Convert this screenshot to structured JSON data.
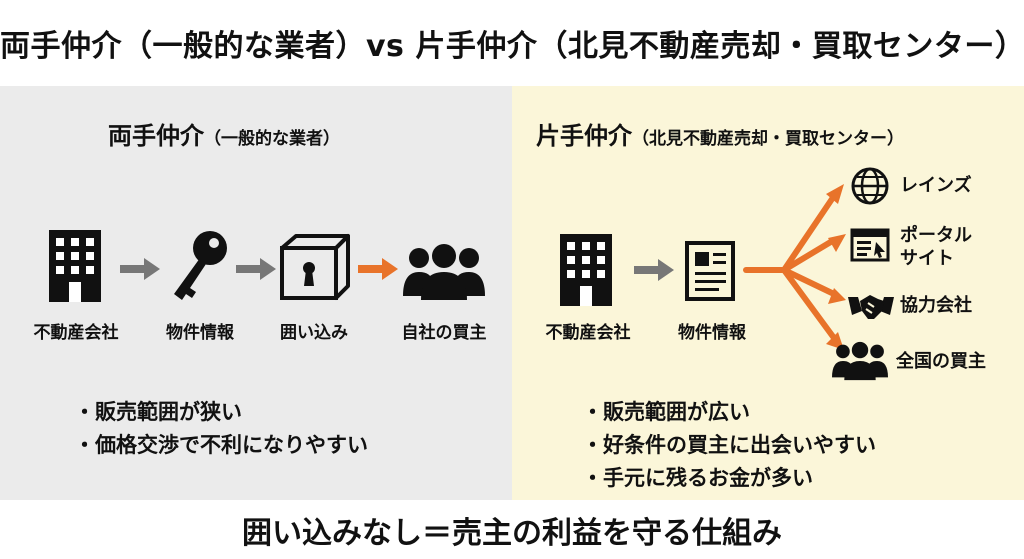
{
  "header": {
    "title": "両手仲介（一般的な業者）vs 片手仲介（北見不動産売却・買取センター）"
  },
  "left": {
    "title_main": "両手仲介",
    "title_sub": "（一般的な業者）",
    "nodes": [
      {
        "label": "不動産会社",
        "icon": "building-icon"
      },
      {
        "label": "物件情報",
        "icon": "key-icon"
      },
      {
        "label": "囲い込み",
        "icon": "locked-box-icon"
      },
      {
        "label": "自社の買主",
        "icon": "people-icon"
      }
    ],
    "arrow_colors": [
      "#777777",
      "#777777",
      "#e8732a"
    ],
    "bullets": [
      "・販売範囲が狭い",
      "・価格交渉で不利になりやすい"
    ]
  },
  "right": {
    "title_main": "片手仲介",
    "title_sub": "（北見不動産売却・買取センター）",
    "nodes": [
      {
        "label": "不動産会社",
        "icon": "building-icon"
      },
      {
        "label": "物件情報",
        "icon": "document-icon"
      }
    ],
    "destinations": [
      {
        "label": "レインズ",
        "icon": "globe-icon"
      },
      {
        "label": "ポータル\nサイト",
        "icon": "browser-icon"
      },
      {
        "label": "協力会社",
        "icon": "handshake-icon"
      },
      {
        "label": "全国の買主",
        "icon": "people-icon"
      }
    ],
    "bullets": [
      "・販売範囲が広い",
      "・好条件の買主に出会いやすい",
      "・手元に残るお金が多い"
    ]
  },
  "footer": {
    "text": "囲い込みなし＝売主の利益を守る仕組み"
  },
  "colors": {
    "accent": "#e8732a",
    "gray_arrow": "#777777",
    "left_bg": "#ebebeb",
    "right_bg": "#fbf6d9"
  }
}
